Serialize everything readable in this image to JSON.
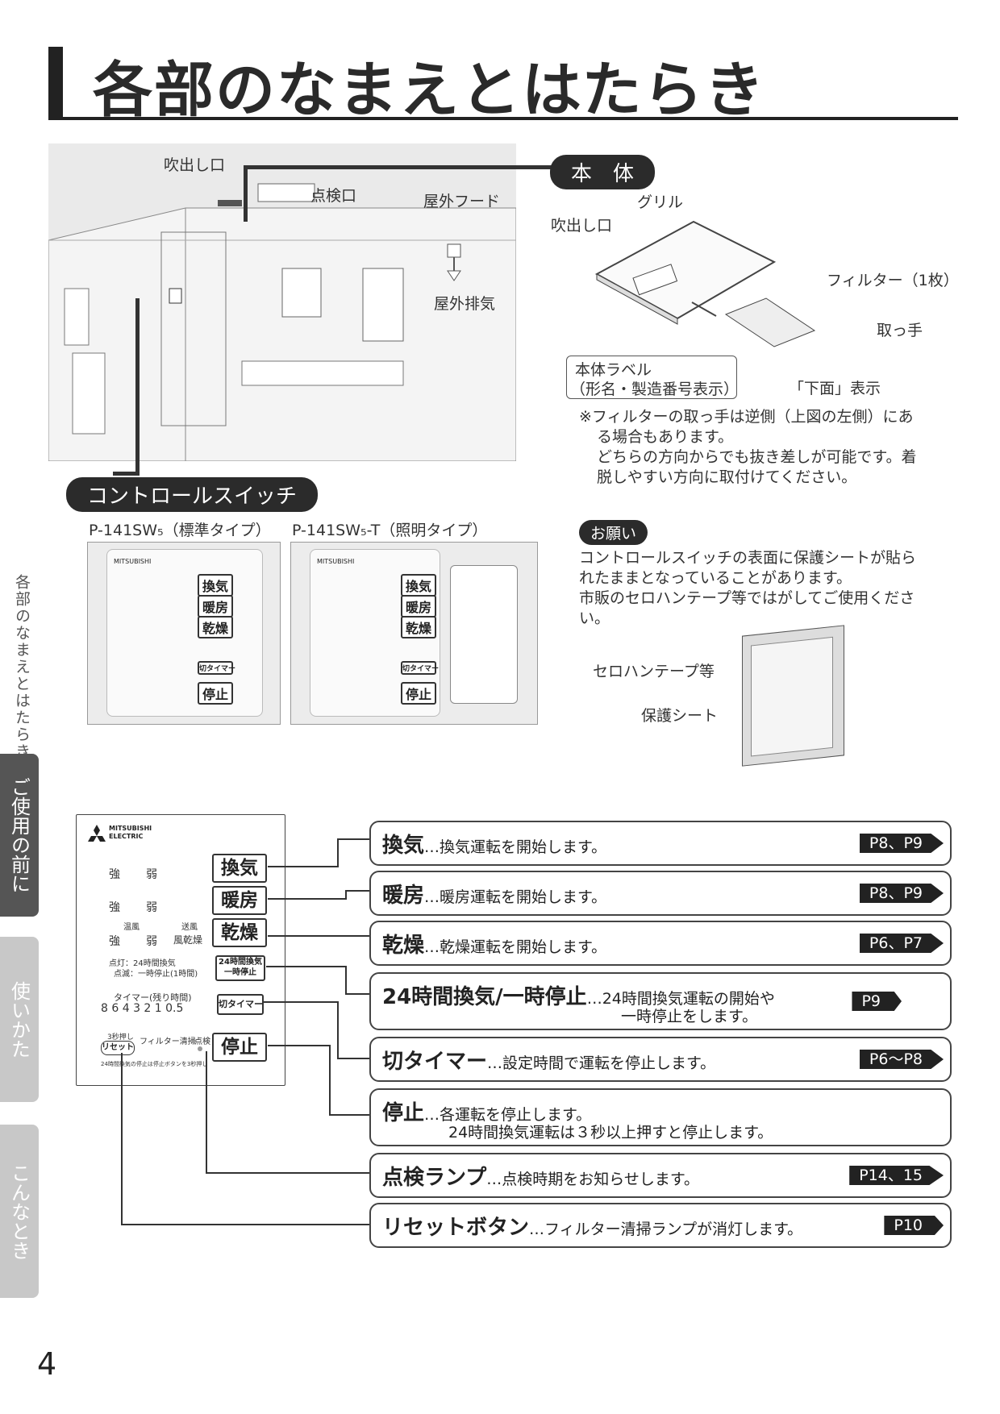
{
  "header": {
    "title": "各部のなまえとはたらき"
  },
  "bathroom": {
    "fukidashi": "吹出し口",
    "tenken": "点検口",
    "hood": "屋外フード",
    "exhaust": "屋外排気"
  },
  "unit": {
    "heading": "本　体",
    "grill": "グリル",
    "fukidashi": "吹出し口",
    "filter": "フィルター（1枚）",
    "handle": "取っ手",
    "label_line1": "本体ラベル",
    "label_line2": "（形名・製造番号表示）",
    "bottom": "「下面」表示"
  },
  "filter_note": {
    "line1": "※フィルターの取っ手は逆側（上図の左側）にあ",
    "line2": "る場合もあります。",
    "line3": "どちらの方向からでも抜き差しが可能です。着",
    "line4": "脱しやすい方向に取付けてください。"
  },
  "control": {
    "heading": "コントロールスイッチ",
    "model_std": "P-141SW₅（標準タイプ）",
    "model_light": "P-141SW₅-T（照明タイプ）"
  },
  "request": {
    "badge": "お願い",
    "line1": "コントロールスイッチの表面に保護シートが貼ら",
    "line2": "れたままとなっていることがあります。",
    "line3": "市販のセロハンテープ等ではがしてご使用くださ",
    "line4": "い。",
    "tape": "セロハンテープ等",
    "sheet": "保護シート"
  },
  "sidebar": {
    "section": "各部のなまえとはたらき",
    "tabs": [
      {
        "label": "ご使用の前に"
      },
      {
        "label": "使いかた"
      },
      {
        "label": "こんなとき"
      }
    ]
  },
  "panel": {
    "brand1": "MITSUBISHI",
    "brand2": "ELECTRIC",
    "strong": "強",
    "weak": "弱",
    "warm_air": "温風",
    "send_air": "送風",
    "wind_dry": "風乾燥",
    "btn_kanki": "換気",
    "btn_danbo": "暖房",
    "btn_kanso": "乾燥",
    "btn_24h_1": "24時間換気",
    "btn_24h_2": "一時停止",
    "note_on": "点灯：24時間換気",
    "note_blink": "点滅：一時停止(1時間)",
    "timer_label": "タイマー(残り時間)",
    "timer_digits": "8 6 4 3 2 1 0.5",
    "btn_timer": "切タイマー",
    "press3": "3秒押し",
    "btn_reset": "リセット",
    "filter_clean": "フィルター清掃",
    "check": "点検",
    "btn_stop": "停止",
    "footnote": "24時間換気の停止は停止ボタンを3秒押し"
  },
  "descriptions": [
    {
      "name": "換気",
      "text": "…換気運転を開始します。",
      "page": "P8、P9"
    },
    {
      "name": "暖房",
      "text": "…暖房運転を開始します。",
      "page": "P8、P9"
    },
    {
      "name": "乾燥",
      "text": "…乾燥運転を開始します。",
      "page": "P6、P7"
    },
    {
      "name": "24時間換気/一時停止",
      "text": "…24時間換気運転の開始や",
      "text2": "一時停止をします。",
      "page": "P9"
    },
    {
      "name": "切タイマー",
      "text": "…設定時間で運転を停止します。",
      "page": "P6〜P8"
    },
    {
      "name": "停止",
      "text": "…各運転を停止します。",
      "text2": "24時間換気運転は３秒以上押すと停止します。",
      "page": ""
    },
    {
      "name": "点検ランプ",
      "text": "…点検時期をお知らせします。",
      "page": "P14、15"
    },
    {
      "name": "リセットボタン",
      "text": "…フィルター清掃ランプが消灯します。",
      "page": "P10"
    }
  ],
  "footer": {
    "page_number": "4"
  }
}
